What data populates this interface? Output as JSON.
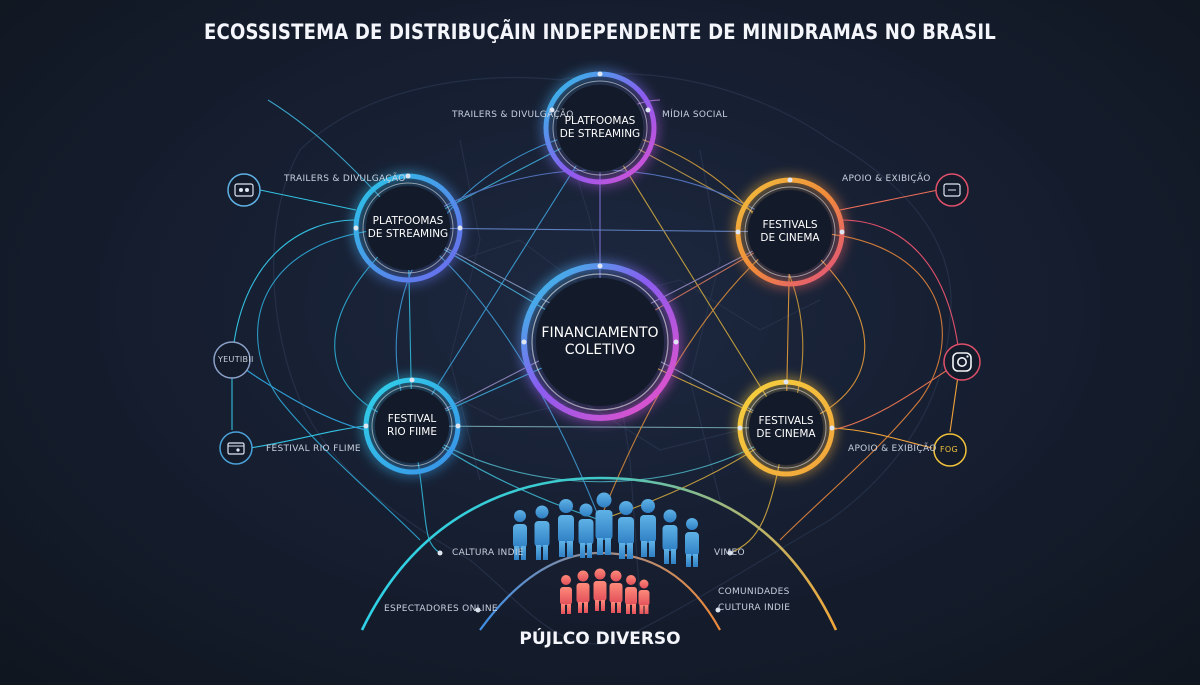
{
  "title": "ECOSSISTEMA DE DISTRIBUÇÃIN INDEPENDENTE DE MINIDRAMAS NO BRASIL",
  "center_node": {
    "line1": "FINANCIAMENTO",
    "line2": "COLETIVO"
  },
  "nodes": [
    {
      "line1": "PLATFOOMAS",
      "line2": "DE STREAMING"
    },
    {
      "line1": "PLATFOOMAS",
      "line2": "DE STREAMING"
    },
    {
      "line1": "FESTIVALS",
      "line2": "DE CINEMA"
    },
    {
      "line1": "FESTIVAL",
      "line2": "RIO FIIME"
    },
    {
      "line1": "FESTIVALS",
      "line2": "DE CINEMA"
    }
  ],
  "labels": {
    "top_left": "TRAILERS & DIVULGAÇÃO",
    "top_right": "MÍDIA SOCIAL",
    "left_upper": "TRAILERS & DIVULGAÇÃO",
    "right_upper": "APOIO & EXIBIÇÃO",
    "left_lower": "FESTIVAL RIO FLIME",
    "right_lower": "APOIO & EXIBIÇÃO",
    "youtube": "YEUTIBII",
    "cultura_indie": "CALTURA INDIE",
    "vimeo": "VIMEO",
    "espectadores": "ESPECTADORES ONLINE",
    "comunidades": "COMUNIDADES",
    "cultura_indie_2": "CULTURA INDIE"
  },
  "icons": {
    "top_left": "film-reel-icon",
    "mid_left": "youtube-icon",
    "low_left": "clapperboard-icon",
    "top_right": "ticket-icon",
    "mid_right": "instagram-icon",
    "low_right": "festival-badge-icon",
    "low_right_text": "FOG"
  },
  "bottom_title": "PÚJLCO DIVERSO",
  "colors": {
    "background": "#151d2e",
    "cyan": "#27c7e6",
    "purple": "#8a5cf0",
    "magenta": "#e04fd0",
    "orange": "#f08a3a",
    "yellow": "#f1c13b",
    "blue_people": "#4aa0d8",
    "coral_people": "#f06a6a"
  }
}
